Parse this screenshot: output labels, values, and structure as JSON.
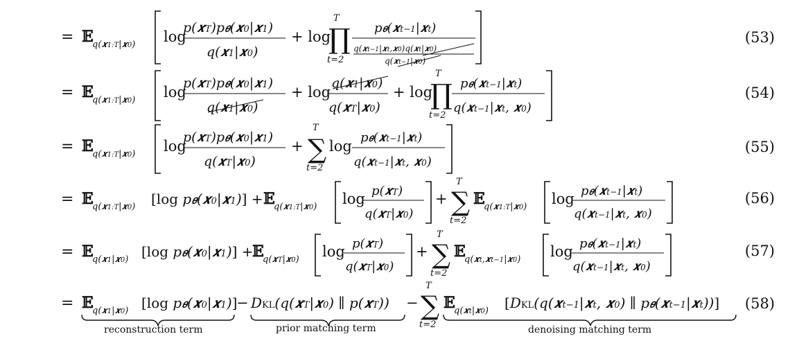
{
  "equations": [
    {
      "number": "(53)"
    },
    {
      "number": "(54)"
    },
    {
      "number": "(55)"
    },
    {
      "number": "(56)"
    },
    {
      "number": "(57)"
    },
    {
      "number": "(58)"
    }
  ],
  "labels": {
    "reconstruction": "reconstruction term",
    "prior": "prior matching term",
    "denoising": "denoising matching term"
  }
}
